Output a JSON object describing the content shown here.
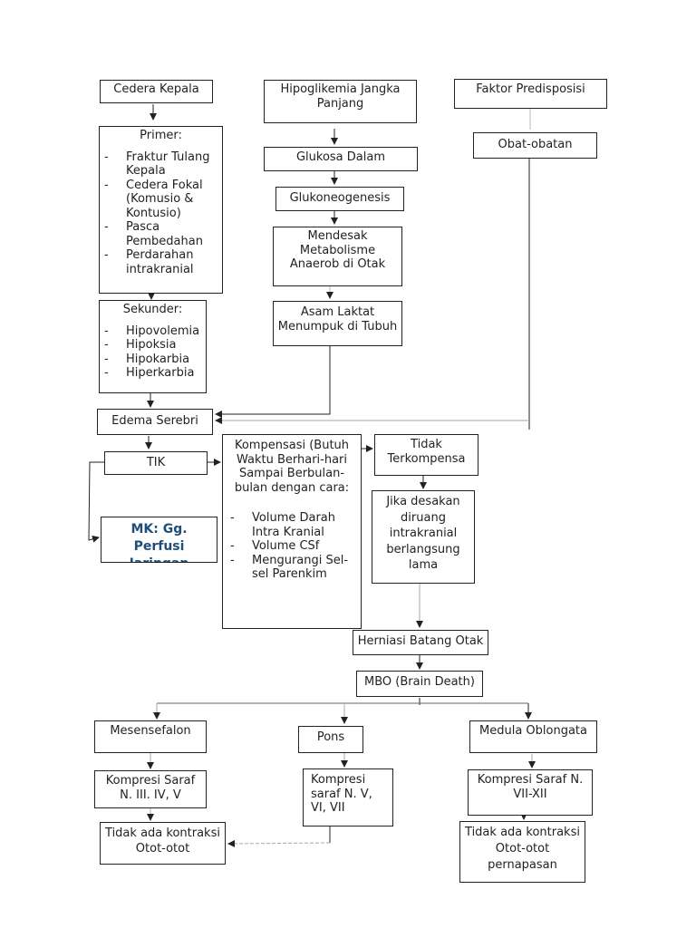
{
  "nodes": {
    "cedera_kepala": "Cedera Kepala",
    "hipoglikemia": "Hipoglikemia Jangka Panjang",
    "faktor_predisposisi": "Faktor Predisposisi",
    "primer": {
      "title": "Primer:",
      "items": [
        "Fraktur Tulang Kepala",
        "Cedera Fokal (Komusio & Kontusio)",
        "Pasca Pembedahan",
        "Perdarahan intrakranial"
      ]
    },
    "glukosa_dalam": "Glukosa Dalam",
    "glukoneogenesis": "Glukoneogenesis",
    "mendesak": "Mendesak Metabolisme Anaerob di Otak",
    "obat_obatan": "Obat-obatan",
    "sekunder": {
      "title": "Sekunder:",
      "items": [
        "Hipovolemia",
        "Hipoksia",
        "Hipokarbia",
        "Hiperkarbia"
      ]
    },
    "asam_laktat": "Asam Laktat Menumpuk di Tubuh",
    "edema_serebri": "Edema Serebri",
    "tik": "TIK",
    "kompensasi": {
      "title": "Kompensasi (Butuh Waktu Berhari-hari Sampai Berbulan-bulan dengan cara:",
      "items": [
        "Volume Darah Intra Kranial",
        "Volume CSf",
        "Mengurangi Sel-sel Parenkim"
      ]
    },
    "tidak_terkompensa": "Tidak Terkompensa",
    "jika_desakan": "Jika desakan diruang intrakranial berlangsung lama",
    "mk": "MK: Gg. Perfusi Jaringan",
    "herniasi": "Herniasi Batang Otak",
    "mbo": "MBO (Brain Death)",
    "mesensefalon": "Mesensefalon",
    "pons": "Pons",
    "medula": "Medula Oblongata",
    "kompresi_mes": "Kompresi Saraf N. III. IV, V",
    "kompresi_pons": "Kompresi saraf N. V, VI, VII",
    "kompresi_med": "Kompresi Saraf N. VII-XII",
    "tidak_ada_left": "Tidak ada kontraksi Otot-otot",
    "tidak_ada_right": "Tidak ada kontraksi Otot-otot pernapasan"
  },
  "colors": {
    "line": "#222222",
    "mk_text": "#1f4e79"
  }
}
